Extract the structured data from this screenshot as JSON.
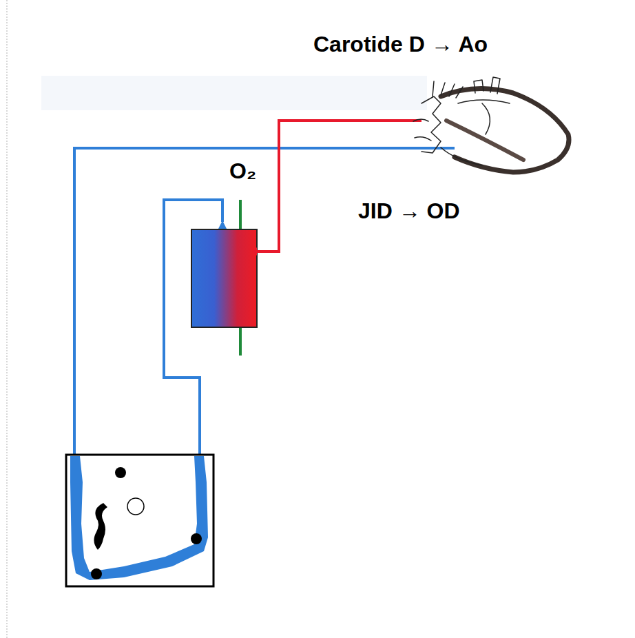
{
  "diagram": {
    "labels": [
      "Carotide D → Ao",
      "JID → OD",
      "O₂"
    ]
  }
}
